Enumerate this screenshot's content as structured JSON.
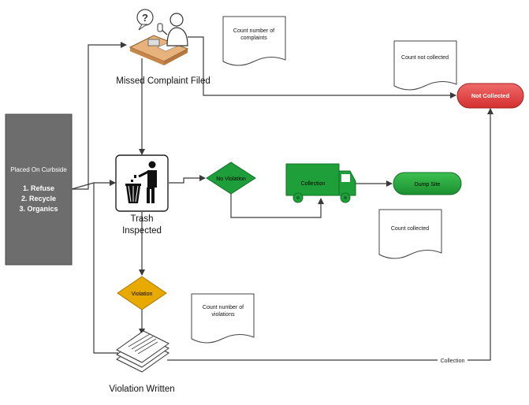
{
  "source": {
    "title": "Placed On Curbside",
    "items": [
      "1. Refuse",
      "2. Recycle",
      "3. Organics"
    ]
  },
  "steps": {
    "complaint": "Missed Complaint Filed",
    "inspect_line1": "Trash",
    "inspect_line2": "Inspected",
    "violation_written": "Violation Written"
  },
  "decisions": {
    "no_violation": "No Violation",
    "violation": "Violation"
  },
  "terminals": {
    "not_collected": "Not Collected",
    "dump_site": "Dump Site"
  },
  "truck": {
    "label": "Collection"
  },
  "connector_labels": {
    "collection": "Collection"
  },
  "notes": {
    "complaints": [
      "Count number of",
      "complaints"
    ],
    "not_collected": [
      "Count not collected"
    ],
    "collected": [
      "Count collected"
    ],
    "violations": [
      "Count number of",
      "violations"
    ]
  },
  "colors": {
    "source_fill": "#6d6d6d",
    "decision_green": "#1e9e3a",
    "decision_amber": "#e8a900",
    "terminal_red": "#e03a3a",
    "terminal_green": "#22a33b",
    "connector": "#3a3a3a"
  },
  "icons": {
    "complaint": "person-at-desk-icon",
    "inspect": "trash-bin-icon",
    "truck": "truck-icon",
    "violation_written": "document-stack-icon"
  }
}
